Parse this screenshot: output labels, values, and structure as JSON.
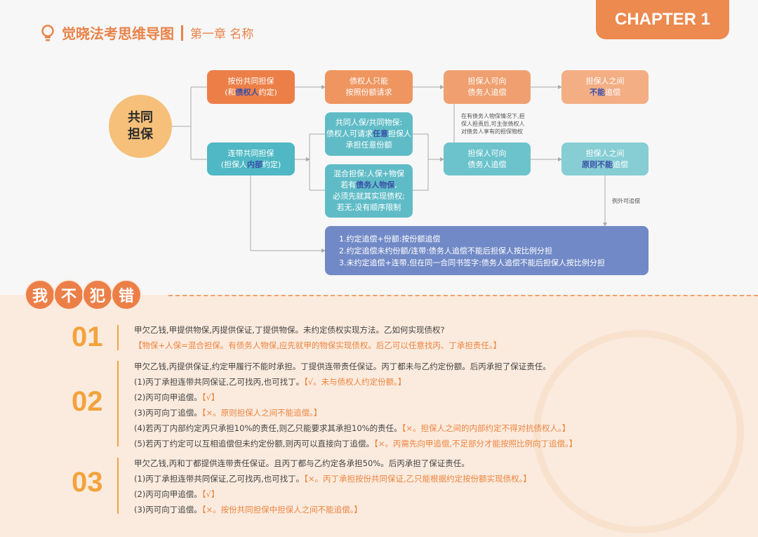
{
  "header": {
    "title": "觉晓法考思维导图",
    "subtitle": "第一章 名称",
    "chapter": "CHAPTER 1"
  },
  "colors": {
    "orange": "#ec7f48",
    "teal": "#4fb8c4",
    "blue": "#7189c6",
    "highlight": "#3a4fa8",
    "number": "#f4a23c"
  },
  "map": {
    "root": [
      "共同",
      "担保"
    ],
    "a": {
      "l1": "按份共同担保",
      "l2a": "(和",
      "l2b": "债权人",
      "l2c": "约定)"
    },
    "b": {
      "l1": "债权人只能",
      "l2": "按照份额请求"
    },
    "c": {
      "l1": "担保人可向",
      "l2": "债务人追偿"
    },
    "d": {
      "l1": "担保人之间",
      "l2a": "不能",
      "l2b": "追偿"
    },
    "e": {
      "l1": "连带共同担保",
      "l2a": "(担保人",
      "l2b": "内部",
      "l2c": "约定)"
    },
    "f": {
      "l1": "共同人保/共同物保:",
      "l2a": "债权人可请求",
      "l2b": "任意",
      "l2c": "担保人",
      "l3": "承担任意份额"
    },
    "g": {
      "l1": "混合担保:人保+物保",
      "l2a": "若有",
      "l2b": "债务人物保",
      "l2c": ",",
      "l3": "必须先就其实现债权;",
      "l4": "若无,没有顺序限制"
    },
    "h": {
      "l1": "担保人可向",
      "l2": "债务人追偿"
    },
    "i": {
      "l1": "担保人之间",
      "l2a": "原则不能",
      "l2b": "追偿"
    },
    "note1": [
      "在有债务人物保情况下,担",
      "保人担责后,可主张债权人",
      "对债务人享有的担保物权"
    ],
    "note2": "例外可追偿",
    "summary": [
      "1.约定追偿+份额:按份额追偿",
      "2.约定追偿未约份额/连带:债务人追偿不能后担保人按比例分担",
      "3.未约定追偿+连带,但在同一合同书签字:债务人追偿不能后担保人按比例分担"
    ]
  },
  "mistakes": {
    "title": [
      "我",
      "不",
      "犯",
      "错"
    ],
    "items": [
      {
        "num": "01",
        "question": "甲欠乙钱,甲提供物保,丙提供保证,丁提供物保。未约定债权实现方法。乙如何实现债权?",
        "lines": [
          {
            "text": "",
            "answer": "【物保+人保=混合担保。有债务人物保,应先就甲的物保实现债权。后乙可以任意找丙、丁承担责任。】"
          }
        ]
      },
      {
        "num": "02",
        "question": "甲欠乙钱,丙提供保证,约定甲履行不能时承担。丁提供连带责任保证。丙丁都未与乙约定份额。后丙承担了保证责任。",
        "lines": [
          {
            "text": "(1)丙丁承担连带共同保证,乙可找丙,也可找丁。",
            "answer": "【√。未与债权人约定份额。】"
          },
          {
            "text": "(2)丙可向甲追偿。",
            "answer": "【√】"
          },
          {
            "text": "(3)丙可向丁追偿。",
            "answer": "【×。原则担保人之间不能追偿。】"
          },
          {
            "text": "(4)若丙丁内部约定丙只承担10%的责任,则乙只能要求其承担10%的责任。",
            "answer": "【×。担保人之间的内部约定不得对抗债权人。】"
          },
          {
            "text": "(5)若丙丁约定可以互相追偿但未约定份额,则丙可以直接向丁追偿。",
            "answer": "【×。丙需先向甲追偿,不足部分才能按照比例向丁追偿。】"
          }
        ]
      },
      {
        "num": "03",
        "question": "甲欠乙钱,丙和丁都提供连带责任保证。且丙丁都与乙约定各承担50%。后丙承担了保证责任。",
        "lines": [
          {
            "text": "(1)丙丁承担连带共同保证,乙可找丙,也可找丁。",
            "answer": "【×。丙丁承担按份共同保证,乙只能根据约定按份额实现债权。】"
          },
          {
            "text": "(2)丙可向甲追偿。",
            "answer": "【√】"
          },
          {
            "text": "(3)丙可向丁追偿。",
            "answer": "【×。按份共同担保中担保人之间不能追偿。】"
          }
        ]
      }
    ]
  }
}
